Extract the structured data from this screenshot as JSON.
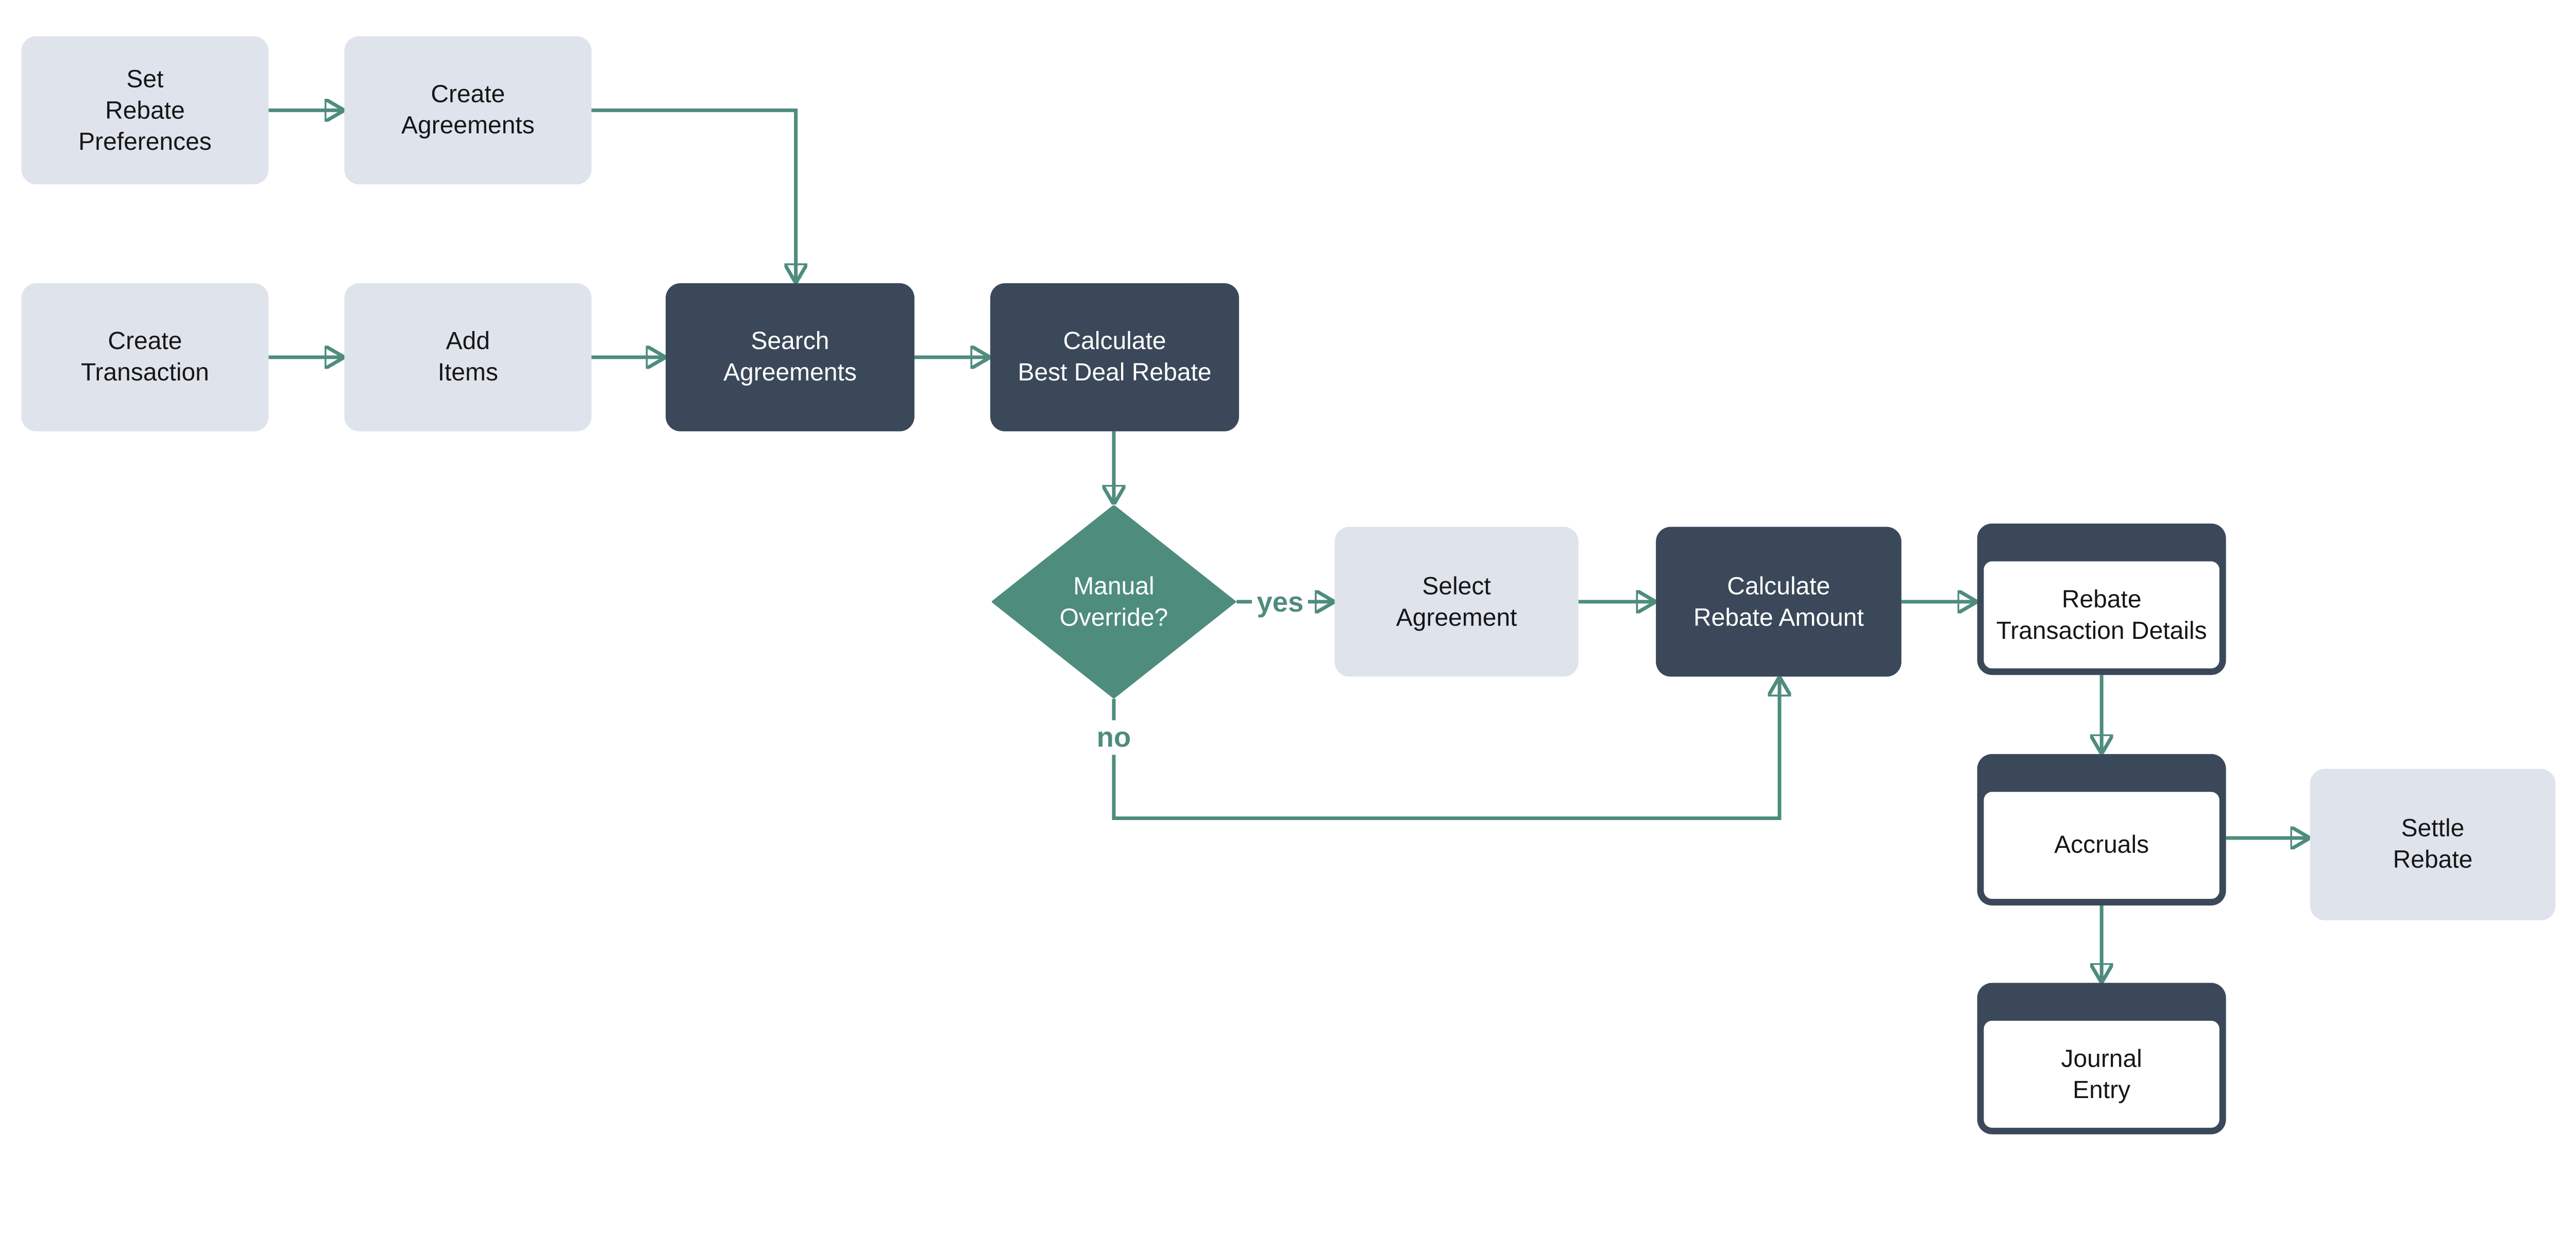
{
  "colors": {
    "navy": "#3A4859",
    "light": "#DEE3EC",
    "teal": "#4E8C7E",
    "background": "#FFFFFF",
    "light_text": "#161616",
    "dark_text": "#FFFFFF"
  },
  "nodes": {
    "set_rebate_preferences": {
      "label": "Set\nRebate\nPreferences",
      "type": "process-light"
    },
    "create_agreements": {
      "label": "Create\nAgreements",
      "type": "process-light"
    },
    "create_transaction": {
      "label": "Create\nTransaction",
      "type": "process-light"
    },
    "add_items": {
      "label": "Add\nItems",
      "type": "process-light"
    },
    "search_agreements": {
      "label": "Search\nAgreements",
      "type": "process-dark"
    },
    "calculate_best_deal_rebate": {
      "label": "Calculate\nBest Deal Rebate",
      "type": "process-dark"
    },
    "manual_override": {
      "label": "Manual\nOverride?",
      "type": "decision"
    },
    "select_agreement": {
      "label": "Select\nAgreement",
      "type": "process-light"
    },
    "calculate_rebate_amount": {
      "label": "Calculate\nRebate Amount",
      "type": "process-dark"
    },
    "rebate_transaction_details": {
      "label": "Rebate\nTransaction Details",
      "type": "window"
    },
    "accruals": {
      "label": "Accruals",
      "type": "window"
    },
    "journal_entry": {
      "label": "Journal\nEntry",
      "type": "window"
    },
    "settle_rebate": {
      "label": "Settle\nRebate",
      "type": "process-light"
    }
  },
  "edge_labels": {
    "yes": "yes",
    "no": "no"
  }
}
